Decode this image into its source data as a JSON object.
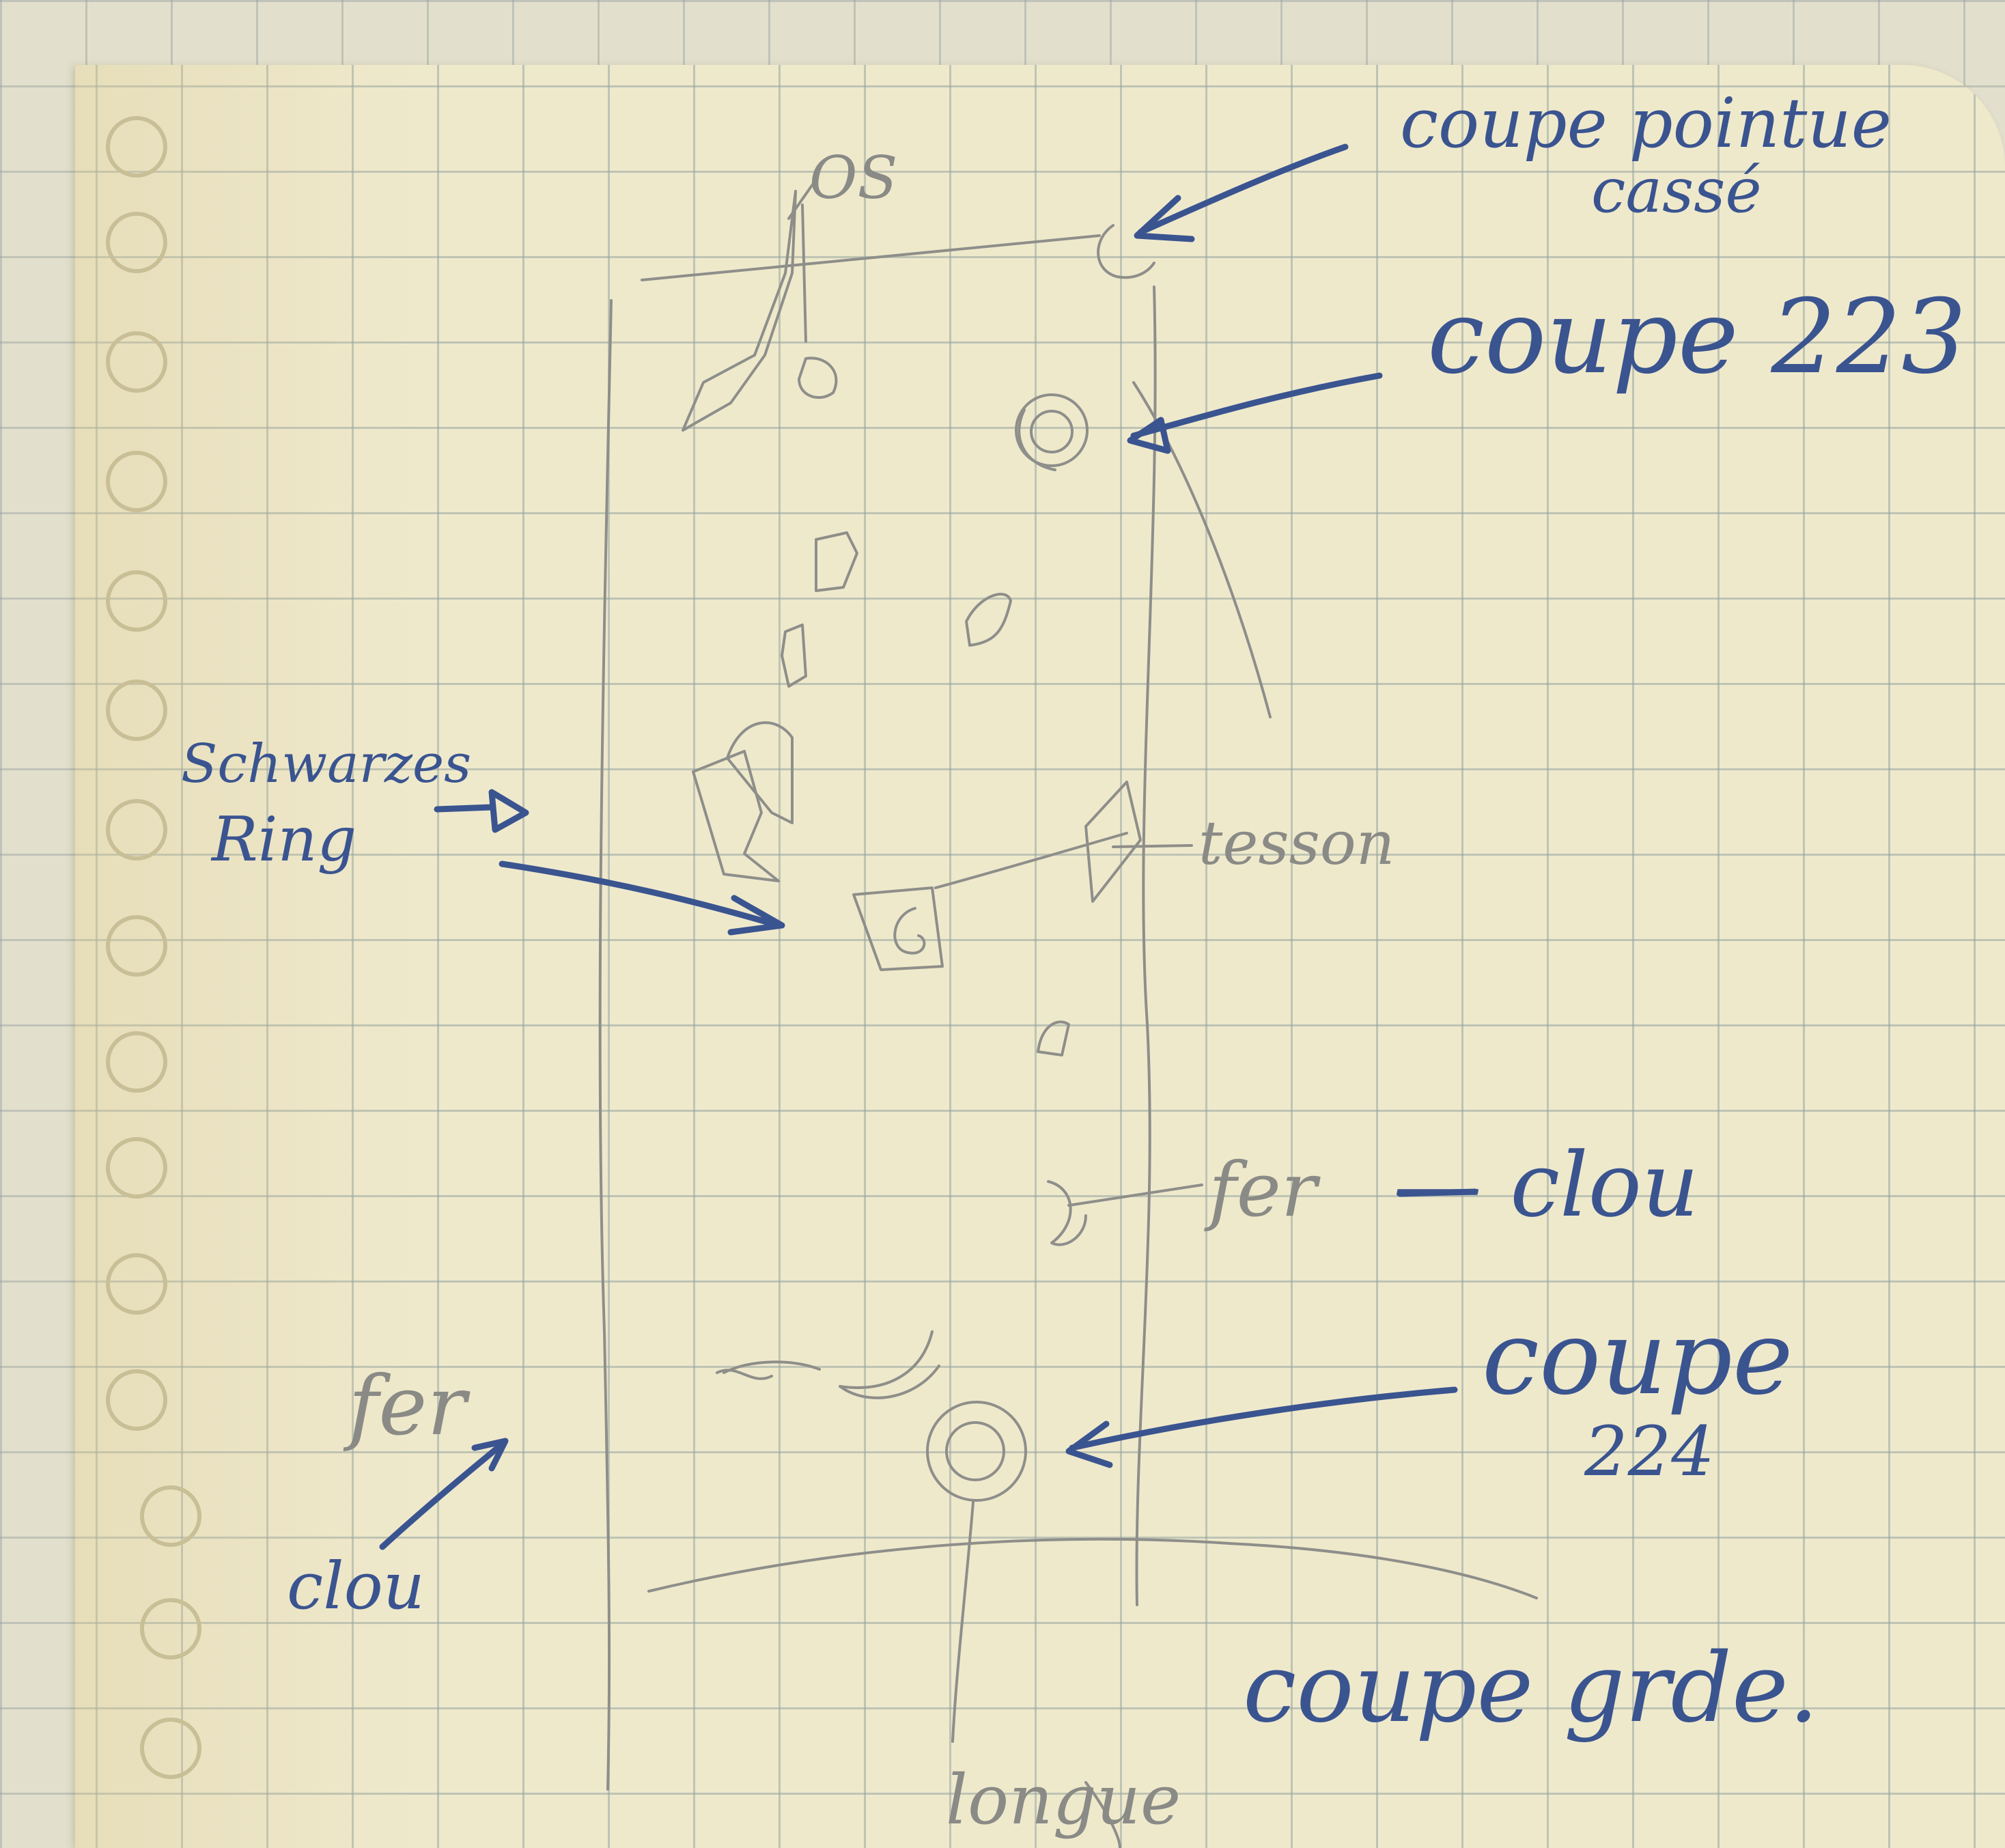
{
  "pencil_labels": {
    "os": "OS",
    "tesson": "tesson",
    "fer_mid": "fer",
    "fer_left": "fer",
    "longue": "longue"
  },
  "ink_labels": {
    "coupe_pointue_line1": "coupe pointue",
    "coupe_pointue_line2": "cassé",
    "coupe_223": "coupe 223",
    "schwarzes_line1": "Schwarzes",
    "schwarzes_line2": "Ring",
    "clou_mid": "— clou",
    "coupe_224_line1": "coupe",
    "coupe_224_line2": "224",
    "clou_left": "clou",
    "coupe_grande": "coupe grde."
  },
  "colors": {
    "ink": "#3a5490",
    "pencil": "#8a8a86",
    "paper": "#efe9cc",
    "grid": "#9aa5a0"
  }
}
